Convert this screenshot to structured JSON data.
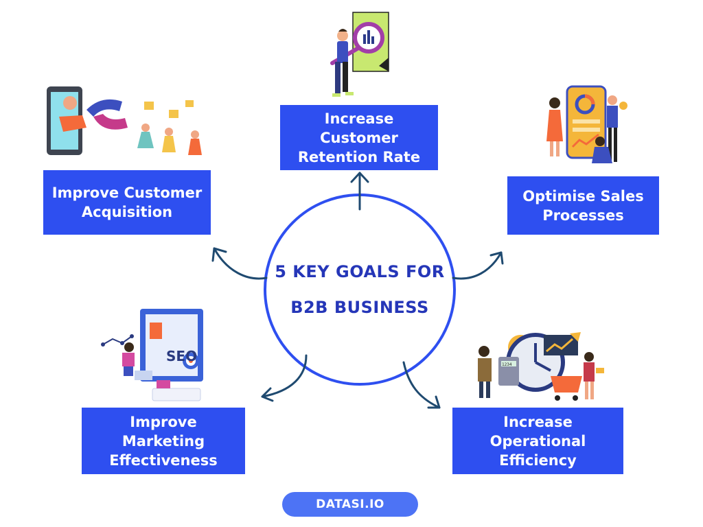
{
  "center": {
    "line1": "5 KEY GOALS FOR",
    "line2": "B2B BUSINESS"
  },
  "goals": {
    "retention": "Increase Customer Retention Rate",
    "acquisition": "Improve Customer Acquisition",
    "sales": "Optimise Sales Processes",
    "marketing": "Improve Marketing Effectiveness",
    "operational": "Increase Operational Efficiency"
  },
  "illustration_labels": {
    "seo": "SEO",
    "calculator": "1234"
  },
  "footer": {
    "brand": "DATASI.IO"
  },
  "colors": {
    "box": "#2e4ff0",
    "circle": "#2e4ff0",
    "arrow": "#1f4a70",
    "title": "#2536b8",
    "badge": "#4d73f5"
  }
}
